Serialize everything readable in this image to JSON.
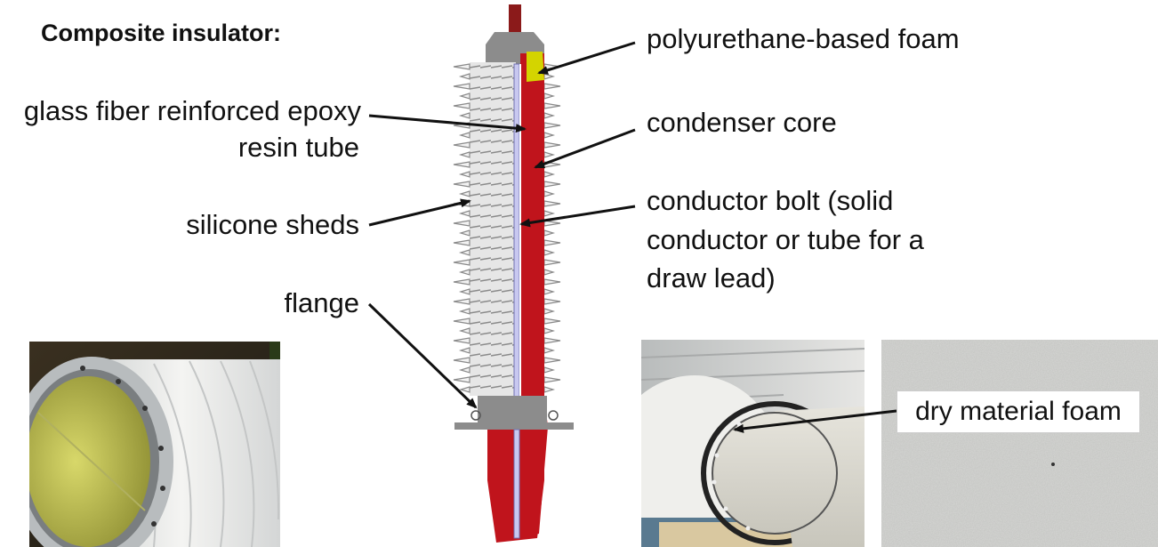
{
  "title": "Composite insulator:",
  "labels": {
    "foam": "polyurethane-based foam",
    "epoxy_line1": "glass fiber reinforced epoxy",
    "epoxy_line2": "resin tube",
    "condenser": "condenser core",
    "sheds": "silicone sheds",
    "bolt_line1": "conductor bolt (solid",
    "bolt_line2": "conductor or tube for a",
    "bolt_line3": "draw lead)",
    "flange": "flange",
    "dry_foam": "dry material foam"
  },
  "colors": {
    "conductor_red": "#c0141c",
    "silicone_grey": "#d9d9d9",
    "tube_blue": "#c8c8f0",
    "foam_yellow": "#d4d400",
    "flange_grey": "#8c8c8c"
  }
}
